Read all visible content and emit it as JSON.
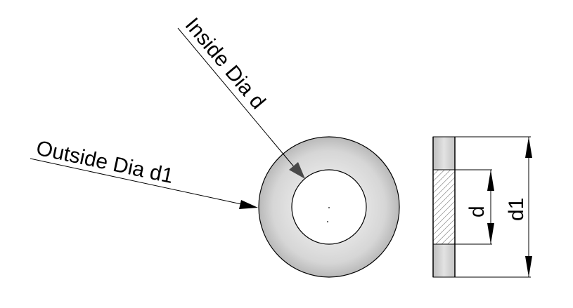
{
  "labels": {
    "inside_dia": "Inside Dia d",
    "outside_dia": "Outside Dia d1",
    "dim_d": "d",
    "dim_d1": "d1"
  },
  "colors": {
    "stroke": "#000000",
    "washer_fill_light": "#e6e6e6",
    "washer_fill_dark": "#b8b8b8",
    "leader_arrow_inner": "#4a4a4a",
    "hatch": "#555555",
    "background": "#ffffff"
  }
}
